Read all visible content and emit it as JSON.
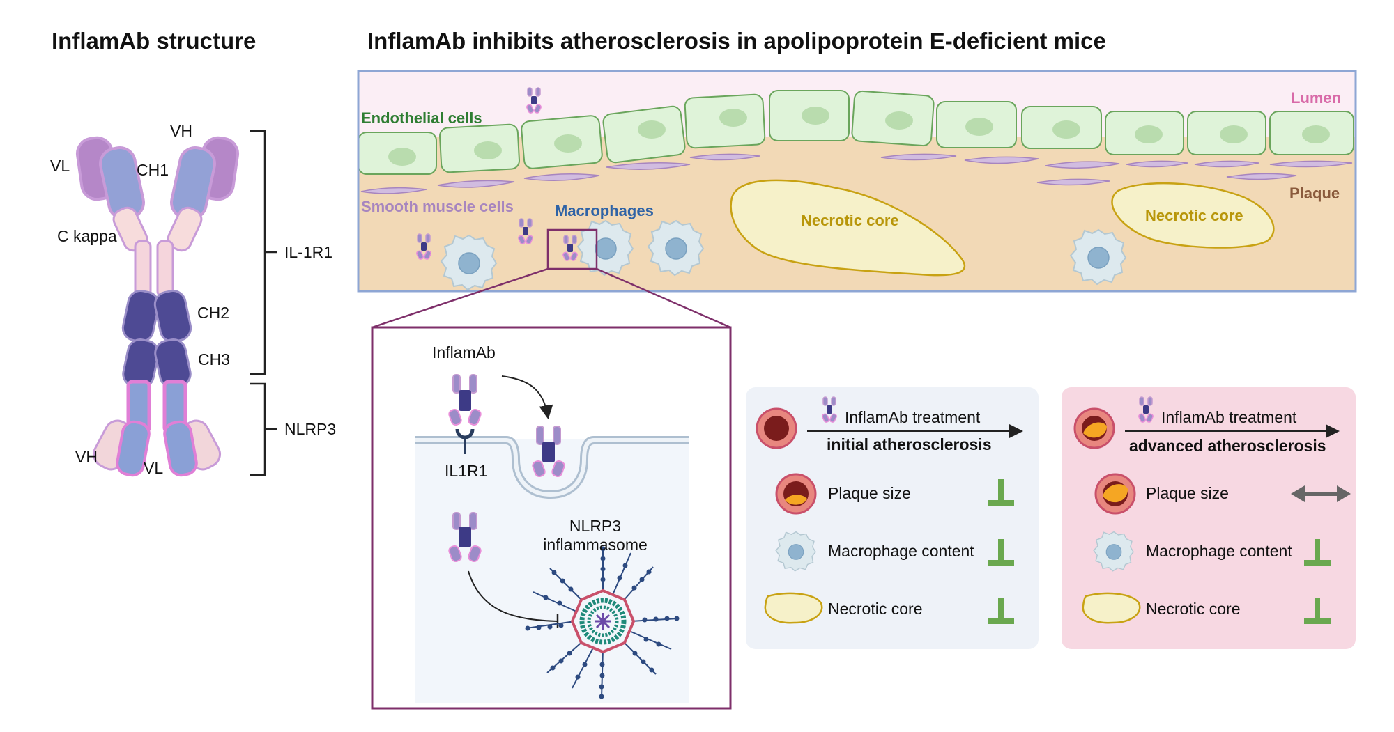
{
  "left_panel": {
    "title": "InflamAb structure",
    "labels": {
      "vh_top": "VH",
      "vl_top": "VL",
      "ch1": "CH1",
      "c_kappa": "C kappa",
      "ch2": "CH2",
      "ch3": "CH3",
      "vh_bottom": "VH",
      "vl_bottom": "VL"
    },
    "brackets": {
      "il1r1": "IL-1R1",
      "nlrp3": "NLRP3"
    }
  },
  "main_panel": {
    "title": "InflamAb inhibits atherosclerosis in apolipoprotein E-deficient mice",
    "labels": {
      "endothelial": "Endothelial cells",
      "lumen": "Lumen",
      "plaque": "Plaque",
      "smooth_muscle": "Smooth muscle cells",
      "macrophages": "Macrophages",
      "necrotic_1": "Necrotic core",
      "necrotic_2": "Necrotic core"
    }
  },
  "zoom_panel": {
    "inflamab": "InflamAb",
    "il1r1": "IL1R1",
    "nlrp3_line1": "NLRP3",
    "nlrp3_line2": "inflammasome"
  },
  "initial_box": {
    "treatment": "InflamAb treatment",
    "stage": "initial atherosclerosis",
    "rows": [
      {
        "label": "Plaque size",
        "effect": "inhibited"
      },
      {
        "label": "Macrophage content",
        "effect": "inhibited"
      },
      {
        "label": "Necrotic core",
        "effect": "inhibited"
      }
    ]
  },
  "advanced_box": {
    "treatment": "InflamAb treatment",
    "stage": "advanced atherosclerosis",
    "rows": [
      {
        "label": "Plaque size",
        "effect": "no change"
      },
      {
        "label": "Macrophage content",
        "effect": "inhibited"
      },
      {
        "label": "Necrotic core",
        "effect": "inhibited"
      }
    ]
  },
  "colors": {
    "endothelial": "#2e7d32",
    "lumen": "#d86aa8",
    "plaque": "#8a5a3c",
    "smooth_muscle": "#a785bf",
    "macrophages": "#2f63a6",
    "necrotic": "#b8960a",
    "inhibit_symbol": "#6aa84f",
    "zoom_frame": "#7e2f6a"
  }
}
